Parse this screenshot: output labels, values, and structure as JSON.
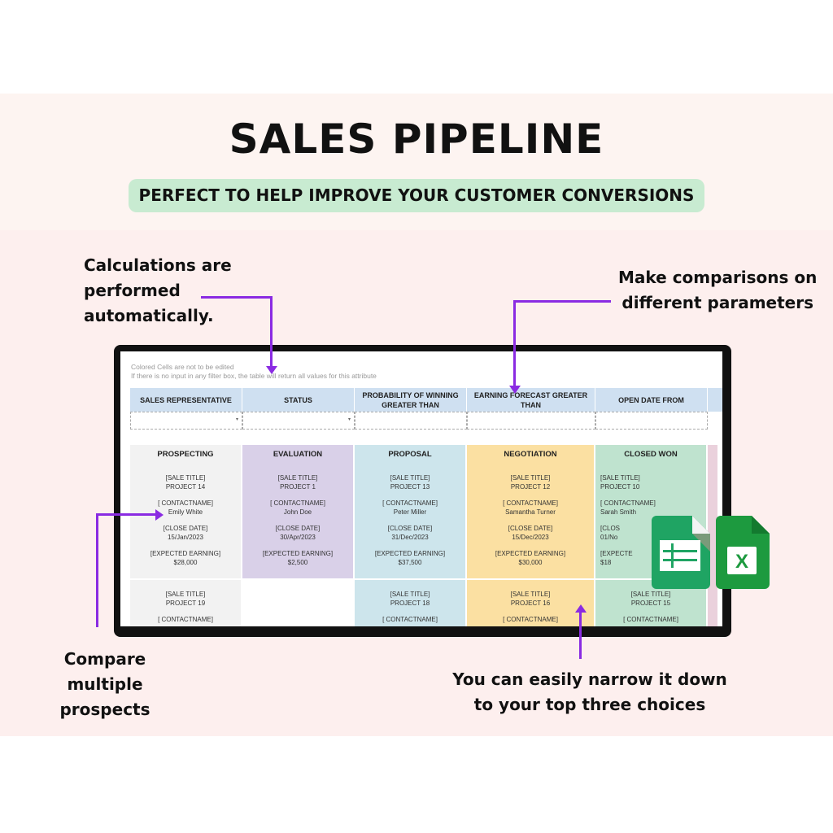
{
  "title": "SALES PIPELINE",
  "subtitle": "PERFECT TO HELP IMPROVE YOUR CUSTOMER CONVERSIONS",
  "notes": {
    "calc": [
      "Calculations are",
      "performed",
      "automatically."
    ],
    "compare_params": [
      "Make comparisons on",
      "different parameters"
    ],
    "compare_prospects": [
      "Compare multiple",
      "prospects"
    ],
    "narrow": [
      "You can easily narrow it down",
      "to your top three choices"
    ]
  },
  "sheet": {
    "hint1": "Colored Cells are not to be edited",
    "hint2": "If there is no input in any filter box, the table will return all values for this attribute",
    "filters": [
      "SALES REPRESENTATIVE",
      "STATUS",
      "PROBABILITY OF WINNING GREATER THAN",
      "EARNING FORECAST GREATER THAN",
      "OPEN DATE FROM"
    ],
    "stages": [
      {
        "name": "PROSPECTING",
        "color": "#f2f2f2",
        "cards": [
          {
            "title_label": "[SALE TITLE]",
            "title": "PROJECT 14",
            "contact_label": "[ CONTACTNAME]",
            "contact": "Emily White",
            "date_label": "[CLOSE DATE]",
            "date": "15/Jan/2023",
            "earn_label": "[EXPECTED EARNING]",
            "earn": "$28,000"
          },
          {
            "title_label": "[SALE TITLE]",
            "title": "PROJECT 19",
            "contact_label": "[ CONTACTNAME]"
          }
        ]
      },
      {
        "name": "EVALUATION",
        "color": "#d9d0e8",
        "cards": [
          {
            "title_label": "[SALE TITLE]",
            "title": "PROJECT 1",
            "contact_label": "[ CONTACTNAME]",
            "contact": "John Doe",
            "date_label": "[CLOSE DATE]",
            "date": "30/Apr/2023",
            "earn_label": "[EXPECTED EARNING]",
            "earn": "$2,500"
          }
        ]
      },
      {
        "name": "PROPOSAL",
        "color": "#cde5ec",
        "cards": [
          {
            "title_label": "[SALE TITLE]",
            "title": "PROJECT 13",
            "contact_label": "[ CONTACTNAME]",
            "contact": "Peter Miller",
            "date_label": "[CLOSE DATE]",
            "date": "31/Dec/2023",
            "earn_label": "[EXPECTED EARNING]",
            "earn": "$37,500"
          },
          {
            "title_label": "[SALE TITLE]",
            "title": "PROJECT 18",
            "contact_label": "[ CONTACTNAME]"
          }
        ]
      },
      {
        "name": "NEGOTIATION",
        "color": "#fbe0a2",
        "cards": [
          {
            "title_label": "[SALE TITLE]",
            "title": "PROJECT 12",
            "contact_label": "[ CONTACTNAME]",
            "contact": "Samantha Turner",
            "date_label": "[CLOSE DATE]",
            "date": "15/Dec/2023",
            "earn_label": "[EXPECTED EARNING]",
            "earn": "$30,000"
          },
          {
            "title_label": "[SALE TITLE]",
            "title": "PROJECT 16",
            "contact_label": "[ CONTACTNAME]"
          }
        ]
      },
      {
        "name": "CLOSED WON",
        "color": "#bfe3cf",
        "cards": [
          {
            "title_label": "[SALE TITLE]",
            "title": "PROJECT 10",
            "contact_label": "[ CONTACTNAME]",
            "contact": "Sarah Smith",
            "date_label": "[CLOS",
            "date": "01/No",
            "earn_label": "[EXPECTE",
            "earn": "$18"
          },
          {
            "title_label": "[SALE TITLE]",
            "title": "PROJECT 15",
            "contact_label": "[ CONTACTNAME]"
          }
        ]
      }
    ]
  },
  "icons": [
    "google-sheets-icon",
    "excel-icon"
  ],
  "colors": {
    "accent": "#8a2be2",
    "pill": "#c8ebd1",
    "sheets_green": "#1fa463",
    "excel_green": "#1d9a3f"
  }
}
